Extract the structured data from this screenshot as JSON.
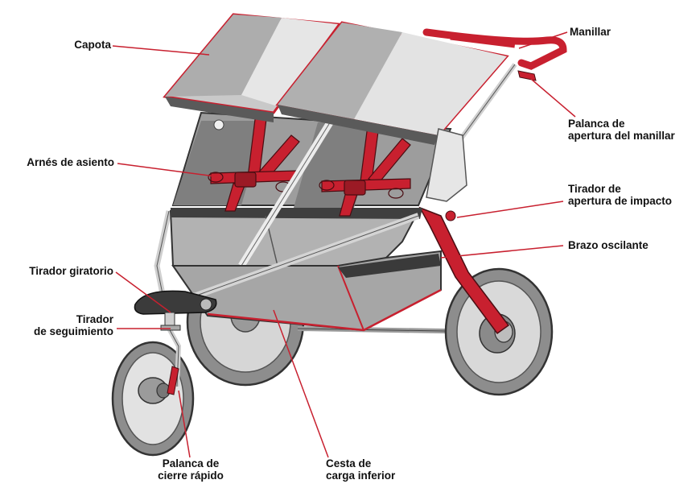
{
  "diagram": {
    "accent_color": "#c8202f",
    "frame_color": "#9b9b9b",
    "fabric_light": "#d9d9d9",
    "fabric_mid": "#a9a9a9",
    "fabric_dark": "#6e6e6e",
    "labels": {
      "canopy": [
        "Capota"
      ],
      "harness": [
        "Arnés de asiento"
      ],
      "swivel": [
        "Tirador giratorio"
      ],
      "tracking": [
        "Tirador",
        "de seguimiento"
      ],
      "quick_release": [
        "Palanca de",
        "cierre rápido"
      ],
      "basket": [
        "Cesta de",
        "carga inferior"
      ],
      "handlebar": [
        "Manillar"
      ],
      "handlebar_lever": [
        "Palanca de",
        "apertura del manillar"
      ],
      "impact_pull": [
        "Tirador de",
        "apertura de impacto"
      ],
      "swing_arm": [
        "Brazo oscilante"
      ]
    }
  }
}
